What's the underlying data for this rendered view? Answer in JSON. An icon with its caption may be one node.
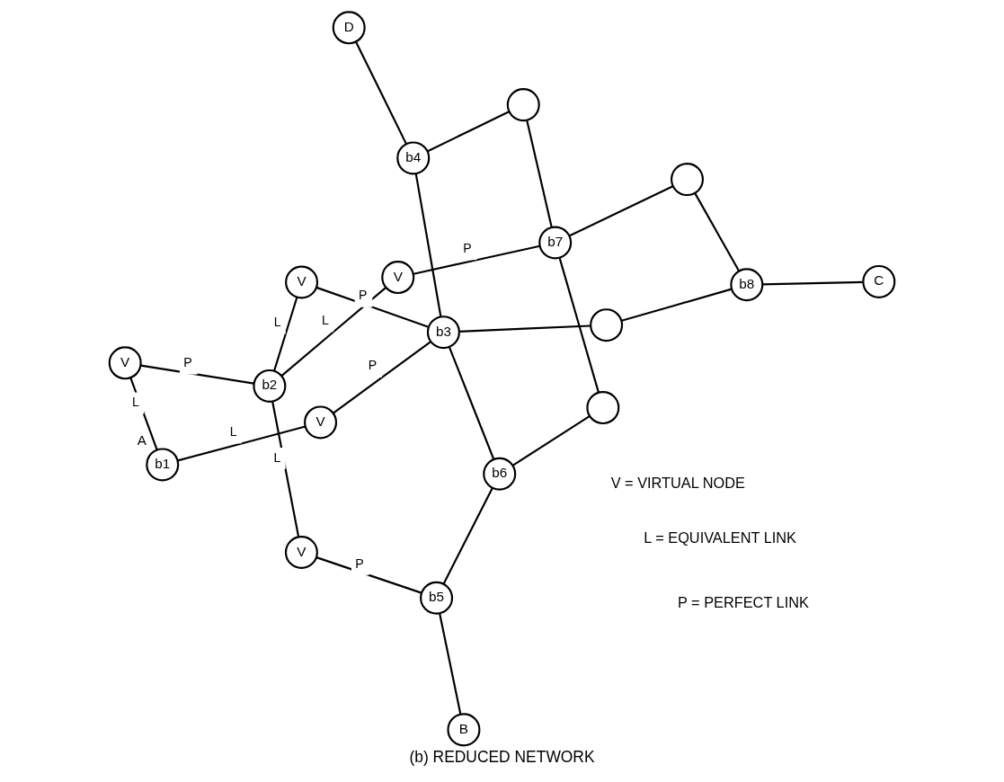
{
  "diagram": {
    "caption": "(b) REDUCED NETWORK",
    "nodes": [
      {
        "text": [
          "b2"
        ]
      },
      {
        "text": [
          "V"
        ]
      },
      {
        "text": [
          "B"
        ]
      },
      {
        "text": [
          "V"
        ]
      },
      {
        "text": [
          "V"
        ]
      },
      {
        "text": [
          "b5"
        ]
      },
      {
        "text": [
          "V"
        ]
      },
      {
        "text": [
          "b6"
        ]
      },
      {
        "text": [
          "b1"
        ],
        "beside": [
          "A"
        ]
      },
      {
        "text": [],
        "shape": "circle"
      },
      {
        "text": [
          "V"
        ]
      },
      {
        "text": [
          "b3"
        ]
      },
      {
        "text": [
          "b7"
        ]
      },
      {
        "text": [],
        "shape": "circle"
      },
      {
        "text": [
          "b8"
        ]
      },
      {
        "text": [],
        "shape": "circle"
      },
      {
        "text": [
          "C"
        ]
      },
      {
        "text": [],
        "shape": "circle"
      },
      {
        "text": [
          "b4"
        ]
      },
      {
        "text": [
          "D"
        ]
      }
    ],
    "edges": [
      {
        "from": 12,
        "to": 1,
        "arrow": "none",
        "label": "P"
      },
      {
        "from": 1,
        "to": 0,
        "arrow": "none",
        "label": "L"
      },
      {
        "from": 5,
        "to": 3,
        "arrow": "none",
        "label": "P"
      },
      {
        "from": 3,
        "to": 0,
        "arrow": "none",
        "label": "L"
      },
      {
        "from": 0,
        "to": 4,
        "arrow": "none",
        "label": "P"
      },
      {
        "from": 4,
        "to": 8,
        "arrow": "none",
        "label": "L"
      },
      {
        "from": 0,
        "to": 6,
        "arrow": "none",
        "label": "L"
      },
      {
        "from": 6,
        "to": 11,
        "arrow": "none",
        "label": "P"
      },
      {
        "from": 11,
        "to": 10,
        "arrow": "none",
        "label": "P"
      },
      {
        "from": 10,
        "to": 8,
        "arrow": "none",
        "label": "L"
      },
      {
        "from": 2,
        "to": 5,
        "arrow": "none"
      },
      {
        "from": 5,
        "to": 7,
        "arrow": "none"
      },
      {
        "from": 7,
        "to": 11,
        "arrow": "none"
      },
      {
        "from": 7,
        "to": 9,
        "arrow": "none"
      },
      {
        "from": 9,
        "to": 12,
        "arrow": "none"
      },
      {
        "from": 12,
        "to": 13,
        "arrow": "none"
      },
      {
        "from": 13,
        "to": 14,
        "arrow": "none"
      },
      {
        "from": 14,
        "to": 15,
        "arrow": "none"
      },
      {
        "from": 15,
        "to": 11,
        "arrow": "none"
      },
      {
        "from": 14,
        "to": 16,
        "arrow": "none"
      },
      {
        "from": 12,
        "to": 17,
        "arrow": "none"
      },
      {
        "from": 17,
        "to": 18,
        "arrow": "none"
      },
      {
        "from": 11,
        "to": 18,
        "arrow": "none"
      },
      {
        "from": 18,
        "to": 19,
        "arrow": "none"
      }
    ],
    "labels": [
      "V = VIRTUAL NODE",
      "L = EQUIVALENT LINK",
      "P = PERFECT LINK"
    ]
  }
}
